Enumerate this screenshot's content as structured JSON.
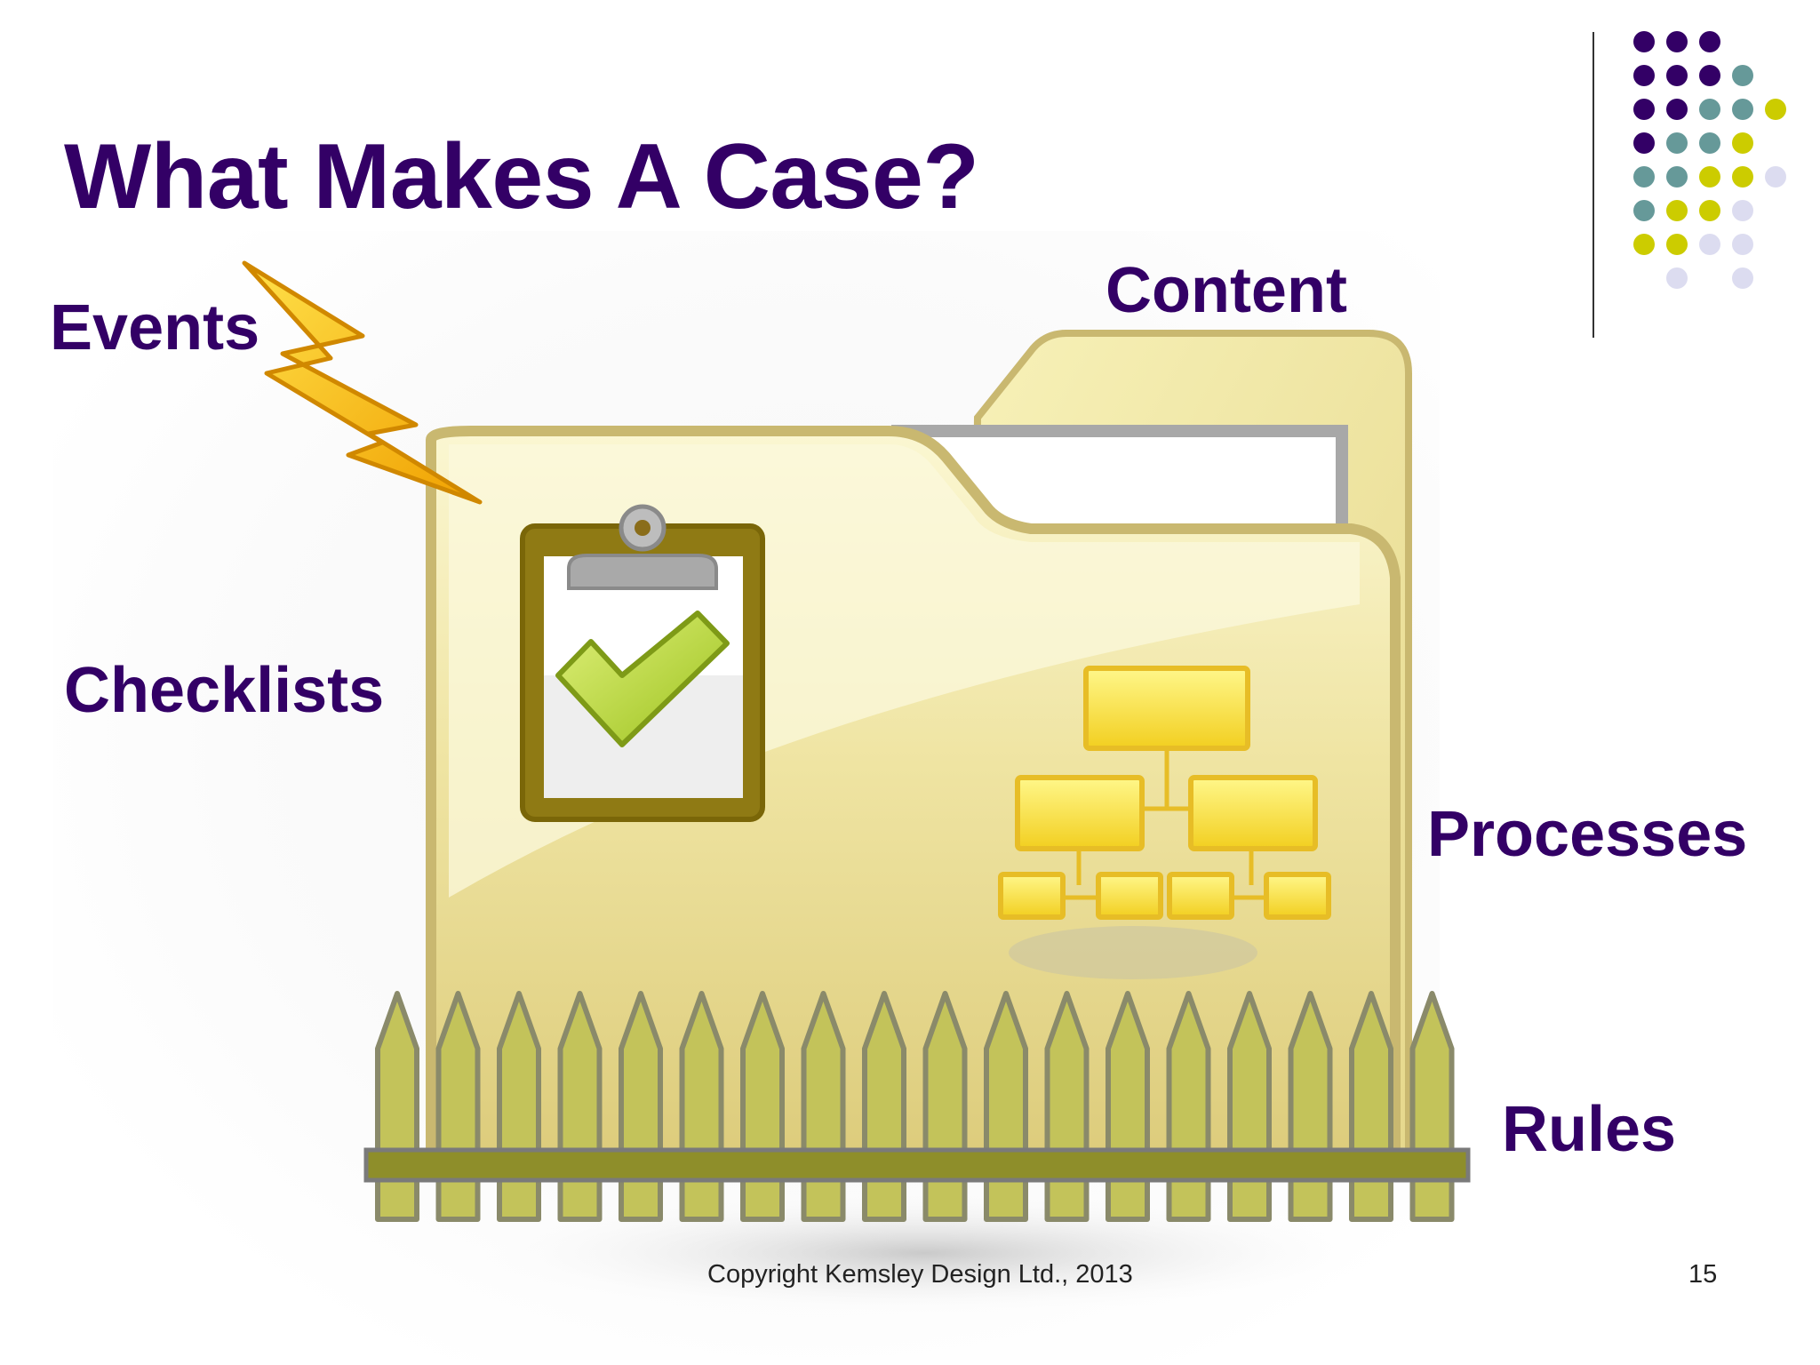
{
  "slide": {
    "title": "What Makes A Case?",
    "labels": {
      "events": "Events",
      "content": "Content",
      "checklists": "Checklists",
      "processes": "Processes",
      "rules": "Rules"
    },
    "footer": "Copyright Kemsley Design Ltd., 2013",
    "page_number": "15"
  },
  "theme": {
    "title_color": "#330066",
    "dot_colors": [
      "#330066",
      "#669999",
      "#cccc00",
      "#dcdcf0"
    ]
  },
  "icons": {
    "lightning": "lightning-bolt-icon",
    "folder": "folder-icon",
    "clipboard": "clipboard-check-icon",
    "org_chart": "org-chart-icon",
    "fence": "fence-icon"
  }
}
